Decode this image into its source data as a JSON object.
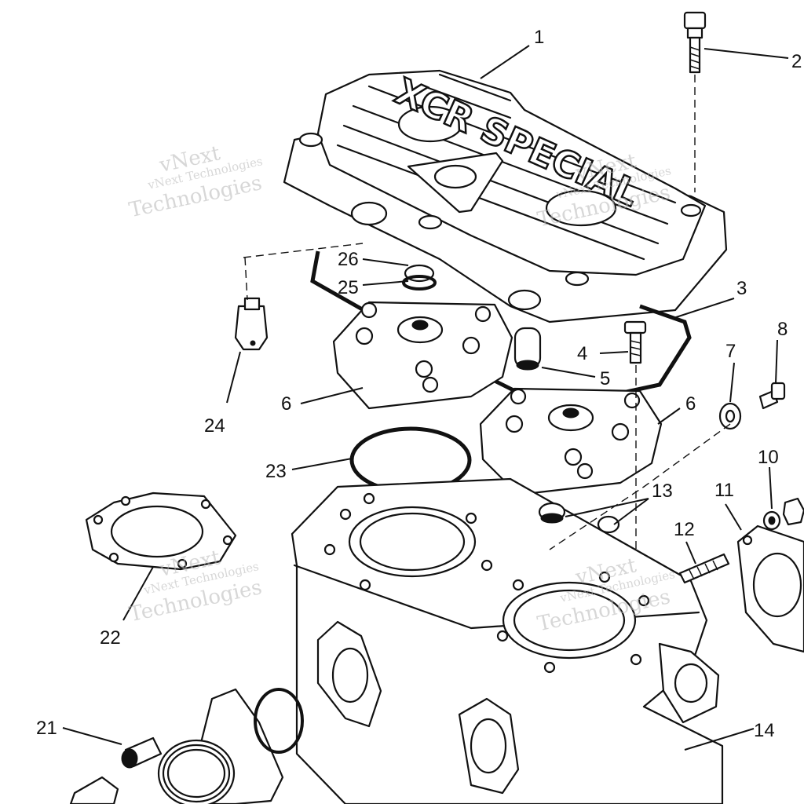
{
  "diagram": {
    "logo_text": "XCR SPECIAL",
    "watermark": {
      "line1": "vNext",
      "line2": "vNext Technologies",
      "line3": "Technologies"
    },
    "callouts": [
      {
        "id": "1",
        "label": "1"
      },
      {
        "id": "2",
        "label": "2"
      },
      {
        "id": "3",
        "label": "3"
      },
      {
        "id": "4",
        "label": "4"
      },
      {
        "id": "5",
        "label": "5"
      },
      {
        "id": "6a",
        "label": "6"
      },
      {
        "id": "6b",
        "label": "6"
      },
      {
        "id": "7",
        "label": "7"
      },
      {
        "id": "8",
        "label": "8"
      },
      {
        "id": "10",
        "label": "10"
      },
      {
        "id": "11",
        "label": "11"
      },
      {
        "id": "12",
        "label": "12"
      },
      {
        "id": "13",
        "label": "13"
      },
      {
        "id": "14",
        "label": "14"
      },
      {
        "id": "21",
        "label": "21"
      },
      {
        "id": "22",
        "label": "22"
      },
      {
        "id": "23",
        "label": "23"
      },
      {
        "id": "24",
        "label": "24"
      },
      {
        "id": "25",
        "label": "25"
      },
      {
        "id": "26",
        "label": "26"
      }
    ]
  }
}
